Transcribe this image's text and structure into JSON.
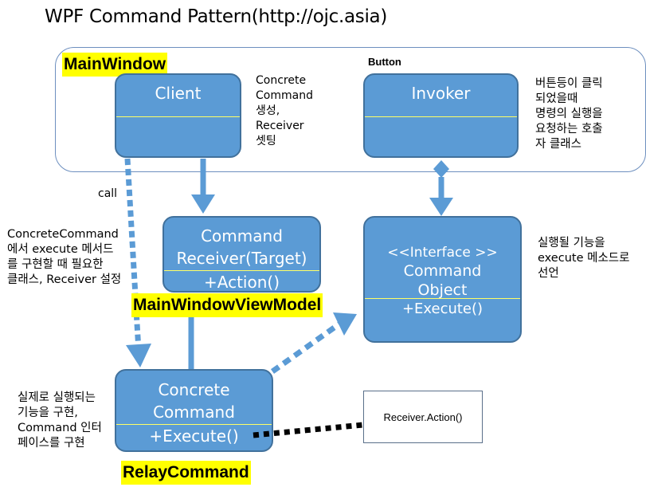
{
  "title": "WPF Command Pattern(http://ojc.asia)",
  "labels": {
    "main_window": "MainWindow",
    "main_window_view_model": "MainWindowViewModel",
    "relay_command": "RelayCommand",
    "button": "Button",
    "call": "call"
  },
  "boxes": {
    "client": {
      "name": "Client"
    },
    "invoker": {
      "name": "Invoker"
    },
    "command_receiver": {
      "line1": "Command",
      "line2": "Receiver(Target)",
      "method": "+Action()"
    },
    "command_object": {
      "line1": "<<Interface >>",
      "line2": "Command",
      "line3": "Object",
      "method": "+Execute()"
    },
    "concrete_command": {
      "line1": "Concrete",
      "line2": "Command",
      "method": "+Execute()"
    },
    "receiver_action": "Receiver.Action()"
  },
  "notes": {
    "client_note": [
      "Concrete",
      "Command",
      "생성,",
      "Receiver",
      "셋팅"
    ],
    "invoker_note": [
      "버튼등이 클릭",
      "되었을때",
      "명령의 실행을",
      "요청하는 호출",
      "자 클래스"
    ],
    "concrete_setup_note": [
      "ConcreteCommand",
      "에서 execute 메서드",
      "를 구현할 때 필요한",
      "클래스, Receiver 설정"
    ],
    "command_object_note": [
      "실행될 기능을",
      "execute 메소드로",
      "선언"
    ],
    "concrete_impl_note": [
      "실제로 실행되는",
      "기능을 구현,",
      "Command 인터",
      "페이스를 구현"
    ]
  },
  "colors": {
    "box_fill": "#5b9bd5",
    "box_border": "#41719c",
    "highlight": "#ffff00",
    "arrow": "#5b9bd5",
    "dotted_connector": "#000000"
  }
}
